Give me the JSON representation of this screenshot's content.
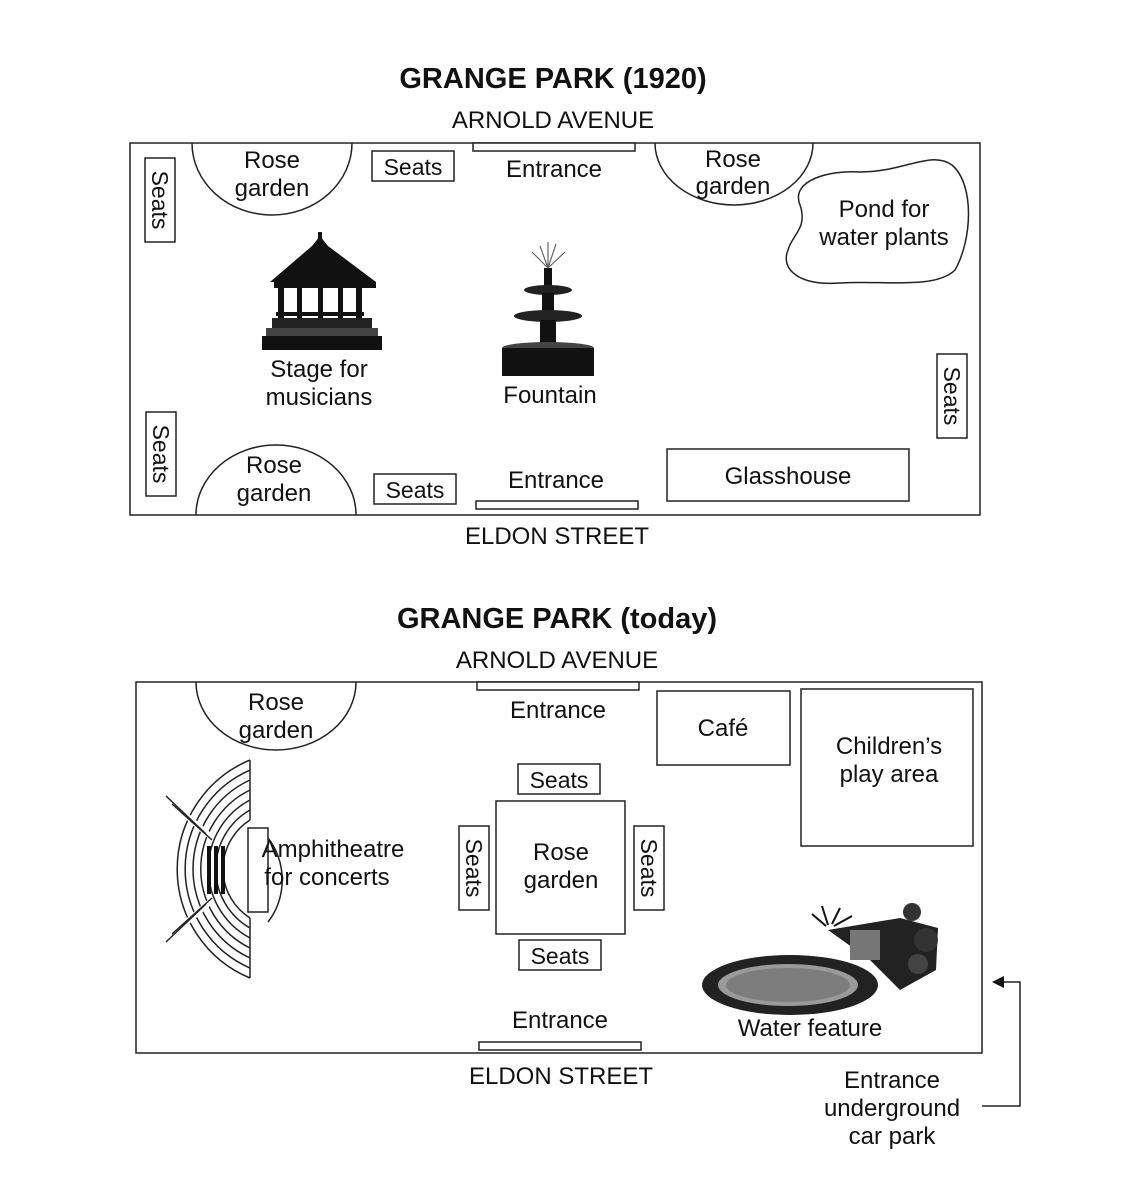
{
  "map_1920": {
    "title": "GRANGE PARK (1920)",
    "north_street": "ARNOLD AVENUE",
    "south_street": "ELDON STREET",
    "entrance_north": "Entrance",
    "entrance_south": "Entrance",
    "rose_garden_line1": "Rose",
    "rose_garden_line2": "garden",
    "seats": "Seats",
    "pond_line1": "Pond for",
    "pond_line2": "water plants",
    "stage_line1": "Stage for",
    "stage_line2": "musicians",
    "fountain": "Fountain",
    "glasshouse": "Glasshouse"
  },
  "map_today": {
    "title": "GRANGE PARK (today)",
    "north_street": "ARNOLD AVENUE",
    "south_street": "ELDON STREET",
    "entrance_north": "Entrance",
    "entrance_south": "Entrance",
    "rose_garden_line1": "Rose",
    "rose_garden_line2": "garden",
    "seats": "Seats",
    "cafe": "Café",
    "play_area_line1": "Children’s",
    "play_area_line2": "play area",
    "amphitheatre_line1": "Amphitheatre",
    "amphitheatre_line2": "for concerts",
    "water_feature": "Water feature",
    "car_park_line1": "Entrance",
    "car_park_line2": "underground",
    "car_park_line3": "car park"
  },
  "icons": [
    "gazebo-icon",
    "fountain-icon",
    "amphitheatre-icon",
    "water-feature-icon",
    "arrow-icon"
  ]
}
